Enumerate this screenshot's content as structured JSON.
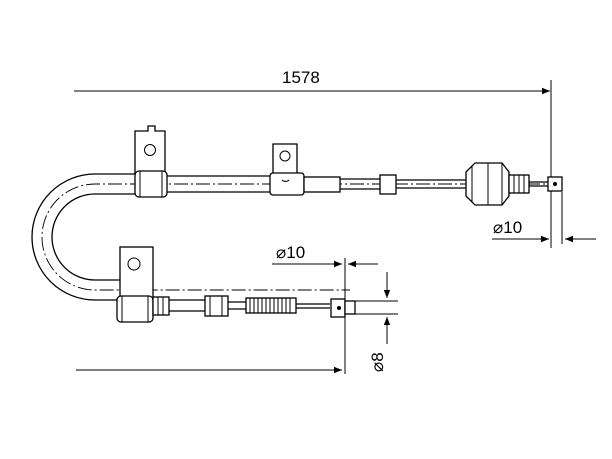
{
  "dimensions": {
    "total_length": "1578",
    "end_fitting_diameter": "⌀10",
    "lower_fitting_diameter": "⌀10",
    "lower_end_diameter": "⌀8"
  },
  "colors": {
    "line": "#000000",
    "background": "#ffffff"
  }
}
